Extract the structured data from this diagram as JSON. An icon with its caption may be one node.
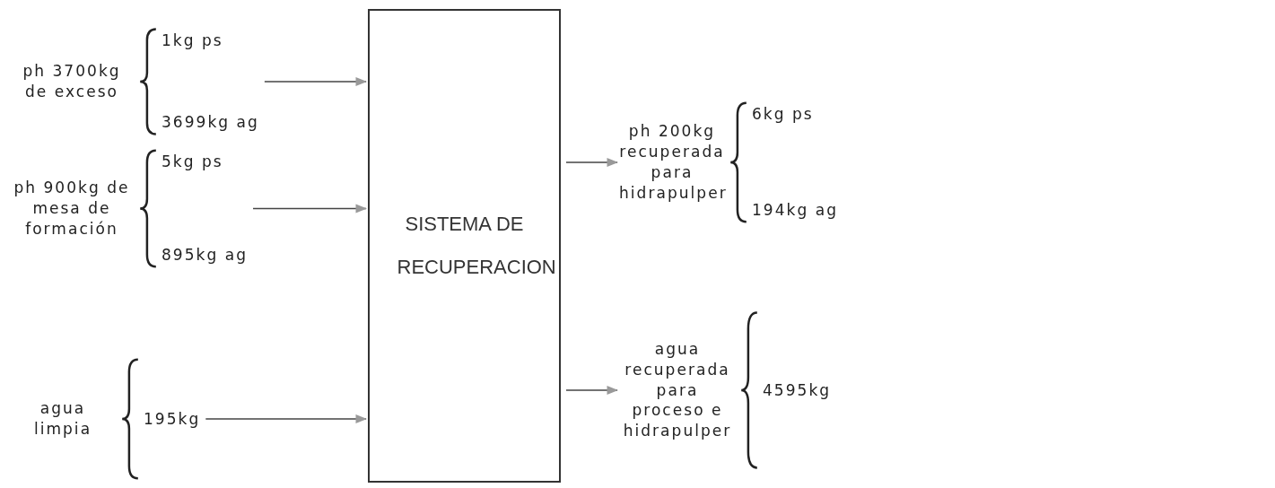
{
  "diagram": {
    "nodes": [
      {
        "text": [
          "SISTEMA DE RECUPERACION"
        ]
      },
      {
        "text": [
          "ph 3700kg de exceso",
          "1kg ps",
          "3699kg ag"
        ]
      },
      {
        "text": [
          "ph 900kg de mesa de formación",
          "5kg ps",
          "895kg ag"
        ]
      },
      {
        "text": [
          "agua limpia",
          "195kg"
        ]
      },
      {
        "text": [
          "ph 200kg recuperada para hidrapulper",
          "6kg ps",
          "194kg ag"
        ]
      },
      {
        "text": [
          "agua recuperada para proceso e hidrapulper",
          "4595kg"
        ]
      }
    ],
    "edges": [
      {
        "from": 1,
        "to": 0,
        "arrow": "to"
      },
      {
        "from": 2,
        "to": 0,
        "arrow": "to"
      },
      {
        "from": 3,
        "to": 0,
        "arrow": "to"
      },
      {
        "from": 0,
        "to": 4,
        "arrow": "to"
      },
      {
        "from": 0,
        "to": 5,
        "arrow": "to"
      }
    ]
  }
}
